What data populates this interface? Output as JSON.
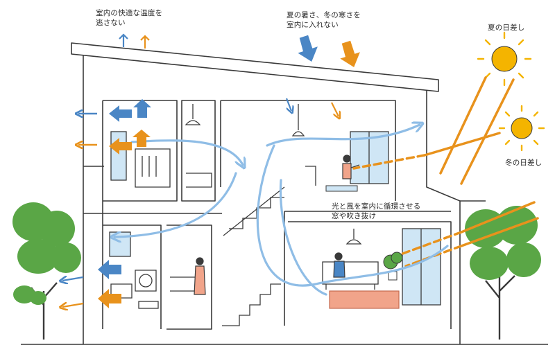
{
  "labels": {
    "retain_temp": [
      "室内の快適な温度を",
      "逃さない"
    ],
    "block_heat_cold": [
      "夏の暑さ、冬の寒さを",
      "室内に入れない"
    ],
    "summer_sun": "夏の日差し",
    "winter_sun": "冬の日差し",
    "light_wind": [
      "光と風を室内に循環させる",
      "窓や吹き抜け"
    ]
  },
  "colors": {
    "cool_blue": "#4a86c5",
    "warm_orange": "#e8921c",
    "airflow": "#8fbde6",
    "sun": "#f4b400",
    "tree": "#5aa646",
    "line": "#3a3a3a",
    "glass": "#cfe6f5"
  },
  "icons": [
    "sun-icon",
    "arrow-up-icon",
    "arrow-down-icon",
    "arrow-left-icon",
    "tree-icon"
  ]
}
